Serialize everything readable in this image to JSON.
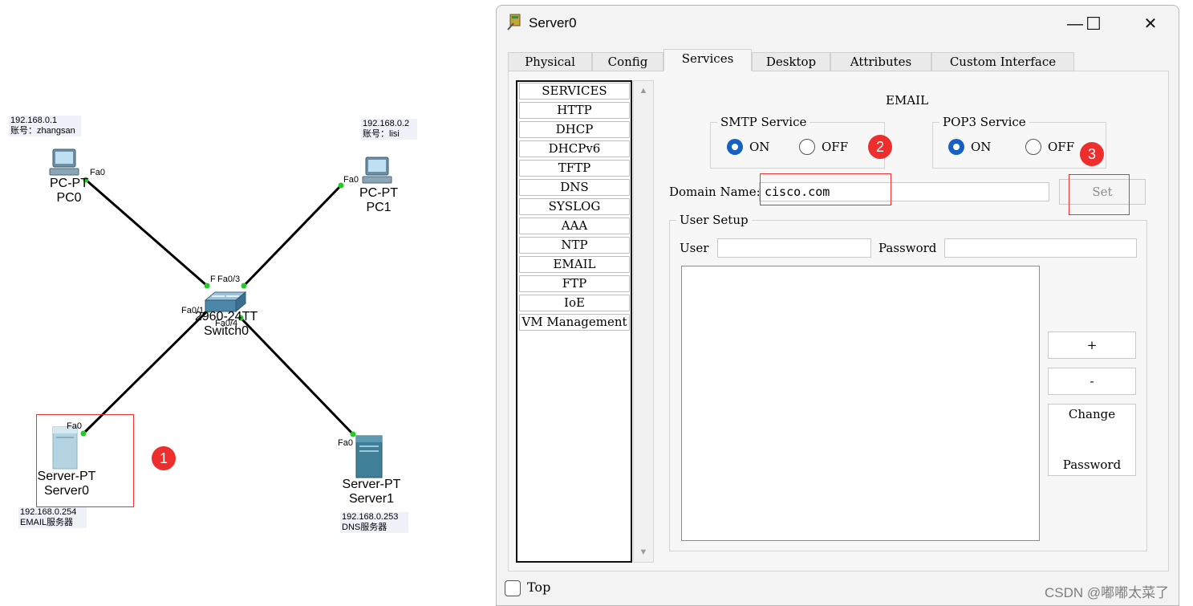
{
  "topology": {
    "pc0": {
      "name_line1": "PC-PT",
      "name_line2": "PC0",
      "ip": "192.168.0.1",
      "account": "账号：zhangsan",
      "port": "Fa0"
    },
    "pc1": {
      "name_line1": "PC-PT",
      "name_line2": "PC1",
      "ip": "192.168.0.2",
      "account": "账号：lisi",
      "port": "Fa0"
    },
    "switch": {
      "name_line1": "2960-24TT",
      "name_line2": "Switch0",
      "port_fa01": "Fa0/1",
      "port_fa02": "F",
      "port_fa03": "Fa0/3",
      "port_fa04": "Fa0/4"
    },
    "server0": {
      "name_line1": "Server-PT",
      "name_line2": "Server0",
      "ip": "192.168.0.254",
      "role": "EMAIL服务器",
      "port": "Fa0"
    },
    "server1": {
      "name_line1": "Server-PT",
      "name_line2": "Server1",
      "ip": "192.168.0.253",
      "role": "DNS服务器",
      "port": "Fa0"
    },
    "badge1": "1"
  },
  "window": {
    "title": "Server0",
    "controls": {
      "minimize": "—",
      "maximize": "☐",
      "close": "✕"
    },
    "tabs": [
      {
        "label": "Physical"
      },
      {
        "label": "Config"
      },
      {
        "label": "Services"
      },
      {
        "label": "Desktop"
      },
      {
        "label": "Attributes"
      },
      {
        "label": "Custom Interface"
      }
    ],
    "active_tab": "Services",
    "services": [
      "SERVICES",
      "HTTP",
      "DHCP",
      "DHCPv6",
      "TFTP",
      "DNS",
      "SYSLOG",
      "AAA",
      "NTP",
      "EMAIL",
      "FTP",
      "IoE",
      "VM Management"
    ],
    "email": {
      "heading": "EMAIL",
      "smtp": {
        "legend": "SMTP Service",
        "on_label": "ON",
        "off_label": "OFF",
        "selected": "ON"
      },
      "pop3": {
        "legend": "POP3 Service",
        "on_label": "ON",
        "off_label": "OFF",
        "selected": "ON"
      },
      "domain_label": "Domain Name:",
      "domain_value": "cisco.com",
      "set_button": "Set",
      "user_setup": {
        "legend": "User Setup",
        "user_label": "User",
        "user_value": "",
        "password_label": "Password",
        "password_value": "",
        "add_button": "+",
        "remove_button": "-",
        "change_line1": "Change",
        "change_line2": "Password"
      },
      "badge2": "2",
      "badge3": "3"
    },
    "top_checkbox_label": "Top"
  },
  "watermark": "CSDN @嘟嘟太菜了",
  "colors": {
    "accent": "#1760c4",
    "badge": "#ee2d2d",
    "highlight_box": "#e33333",
    "link_green": "#22cc22"
  }
}
